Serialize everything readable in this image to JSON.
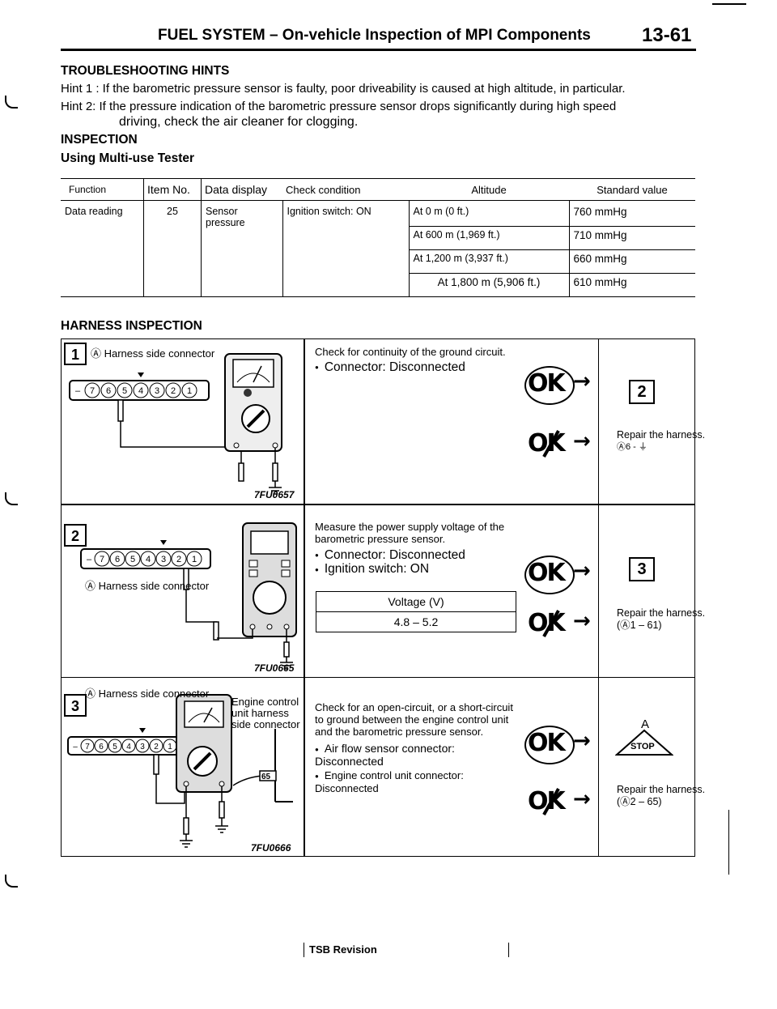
{
  "header": {
    "title": "FUEL SYSTEM – On-vehicle Inspection of MPI Components",
    "page": "13-61"
  },
  "troubleshooting": {
    "heading": "TROUBLESHOOTING HINTS",
    "hint1": "Hint 1 : If the barometric pressure sensor is faulty, poor driveability is caused at high altitude, in particular.",
    "hint2_line1": "Hint 2: If the pressure indication of the barometric pressure sensor drops significantly during high speed",
    "hint2_line2": "driving, check the air cleaner for clogging."
  },
  "inspection": {
    "heading": "INSPECTION",
    "subheading": "Using Multi-use Tester"
  },
  "spec_table": {
    "headers": [
      "Function",
      "Item No.",
      "Data display",
      "Check condition",
      "Altitude",
      "Standard value"
    ],
    "function": "Data reading",
    "item_no": "25",
    "data_display": "Sensor pressure",
    "check_condition": "Ignition switch: ON",
    "rows": [
      {
        "altitude": "At 0 m (0 ft.)",
        "value": "760 mmHg"
      },
      {
        "altitude": "At 600 m (1,969 ft.)",
        "value": "710 mmHg"
      },
      {
        "altitude": "At 1,200 m (3,937 ft.)",
        "value": "660 mmHg"
      },
      {
        "altitude": "At 1,800 m (5,906 ft.)",
        "value": "610 mmHg"
      }
    ]
  },
  "harness": {
    "heading": "HARNESS INSPECTION",
    "ok": "OK",
    "arrow": "→",
    "steps": [
      {
        "num": "1",
        "fig": "7FU0657",
        "connector_label": "Ⓐ Harness side connector",
        "text": "Check for continuity of the ground circuit.",
        "bullets": [
          "Connector: Disconnected"
        ],
        "next": "2",
        "repair": "Repair the harness.",
        "repair_ref": "Ⓐ6 - ⏚"
      },
      {
        "num": "2",
        "fig": "7FU0665",
        "connector_label": "Ⓐ Harness side connector",
        "text": "Measure the power supply voltage of the barometric pressure sensor.",
        "bullets": [
          "Connector: Disconnected",
          "Ignition switch: ON"
        ],
        "voltage_header": "Voltage (V)",
        "voltage_value": "4.8 – 5.2",
        "next": "3",
        "repair": "Repair the harness.",
        "repair_ref": "(Ⓐ1 – 61)"
      },
      {
        "num": "3",
        "fig": "7FU0666",
        "connector_label": "Ⓐ Harness side connector",
        "ecu_label": "Engine control unit harness side connector",
        "ecu_pin": "65",
        "text": "Check for an open-circuit, or a short-circuit to ground between the engine control unit and the barometric pressure sensor.",
        "bullets": [
          "Air flow sensor connector: Disconnected",
          "Engine control unit connector: Disconnected"
        ],
        "next_letter": "A",
        "next_stop": "STOP",
        "repair": "Repair the harness.",
        "repair_ref": "(Ⓐ2 – 65)"
      }
    ]
  },
  "footer": {
    "tsb": "TSB Revision"
  }
}
